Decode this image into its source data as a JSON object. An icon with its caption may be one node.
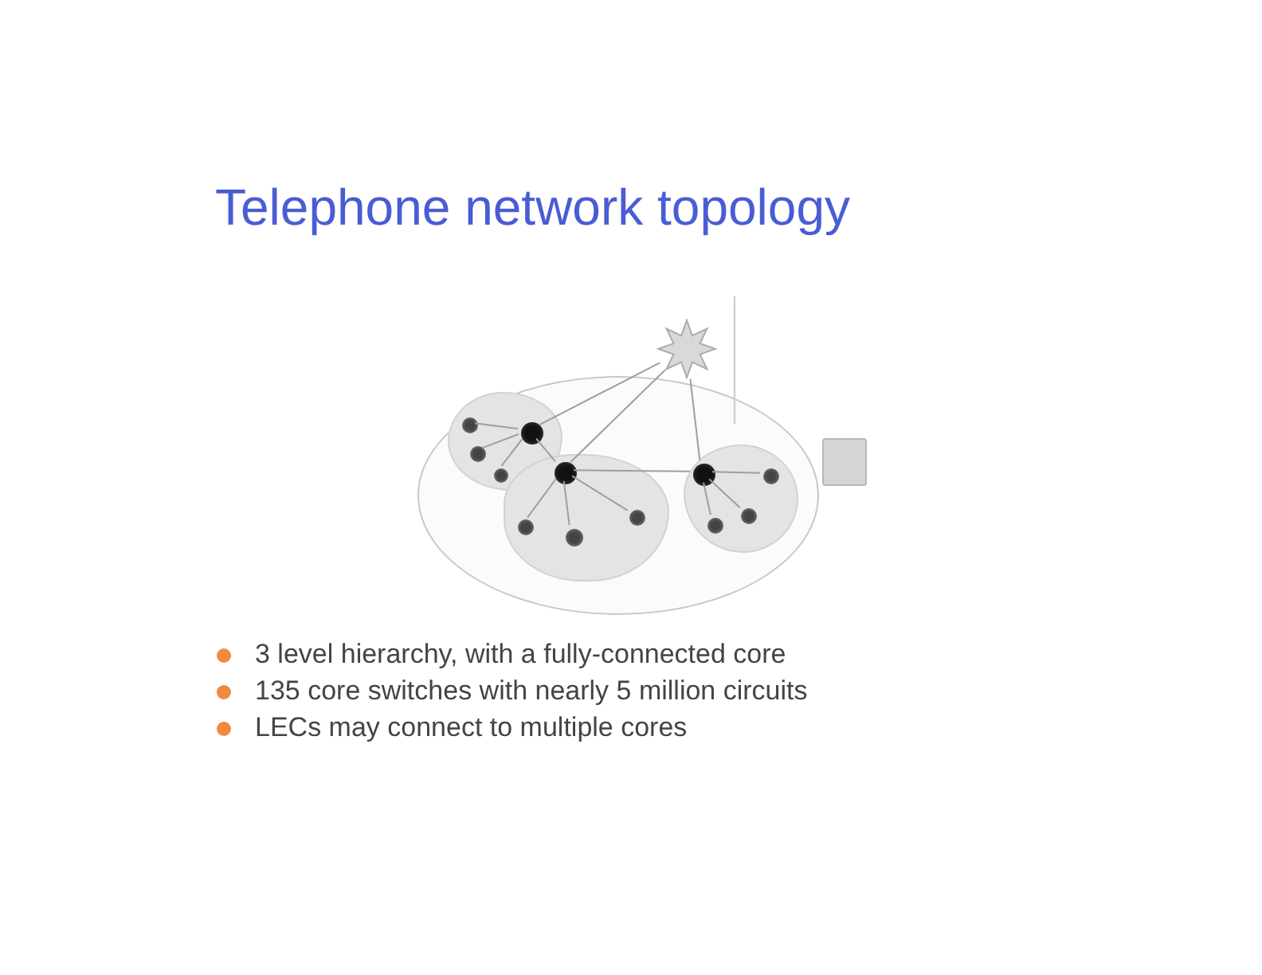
{
  "diagram": {
    "title": "Telephone network topology",
    "nodes": [
      {
        "text": [],
        "shape": "ellipse"
      },
      {
        "text": [],
        "shape": "star"
      },
      {
        "text": [],
        "shape": "blob",
        "in": 0
      },
      {
        "text": [],
        "shape": "circle",
        "in": 2
      },
      {
        "text": [],
        "shape": "circle",
        "in": 2
      },
      {
        "text": [],
        "shape": "circle",
        "in": 2
      },
      {
        "text": [],
        "shape": "circle",
        "in": 2
      },
      {
        "text": [],
        "shape": "blob",
        "in": 0
      },
      {
        "text": [],
        "shape": "circle",
        "in": 7
      },
      {
        "text": [],
        "shape": "circle",
        "in": 7
      },
      {
        "text": [],
        "shape": "circle",
        "in": 7
      },
      {
        "text": [],
        "shape": "circle",
        "in": 7
      },
      {
        "text": [],
        "shape": "blob",
        "in": 0
      },
      {
        "text": [],
        "shape": "circle",
        "in": 12
      },
      {
        "text": [],
        "shape": "circle",
        "in": 12
      },
      {
        "text": [],
        "shape": "circle",
        "in": 12
      },
      {
        "text": [],
        "shape": "circle",
        "in": 12
      },
      {
        "text": [],
        "shape": "box"
      }
    ],
    "edges": [
      {
        "from": 1,
        "to": 4,
        "arrow": "none"
      },
      {
        "from": 1,
        "to": 8,
        "arrow": "none"
      },
      {
        "from": 1,
        "to": 13,
        "arrow": "none"
      },
      {
        "from": 4,
        "to": 8,
        "arrow": "none"
      },
      {
        "from": 8,
        "to": 13,
        "arrow": "none"
      },
      {
        "from": 4,
        "to": 3,
        "arrow": "none"
      },
      {
        "from": 4,
        "to": 5,
        "arrow": "none"
      },
      {
        "from": 4,
        "to": 6,
        "arrow": "none"
      },
      {
        "from": 8,
        "to": 9,
        "arrow": "none"
      },
      {
        "from": 8,
        "to": 10,
        "arrow": "none"
      },
      {
        "from": 8,
        "to": 11,
        "arrow": "none"
      },
      {
        "from": 13,
        "to": 14,
        "arrow": "none"
      },
      {
        "from": 13,
        "to": 15,
        "arrow": "none"
      },
      {
        "from": 13,
        "to": 16,
        "arrow": "none"
      }
    ],
    "labels": [
      "3 level hierarchy, with a fully-connected core",
      "135 core switches with nearly 5 million circuits",
      "LECs may connect to multiple cores"
    ]
  }
}
